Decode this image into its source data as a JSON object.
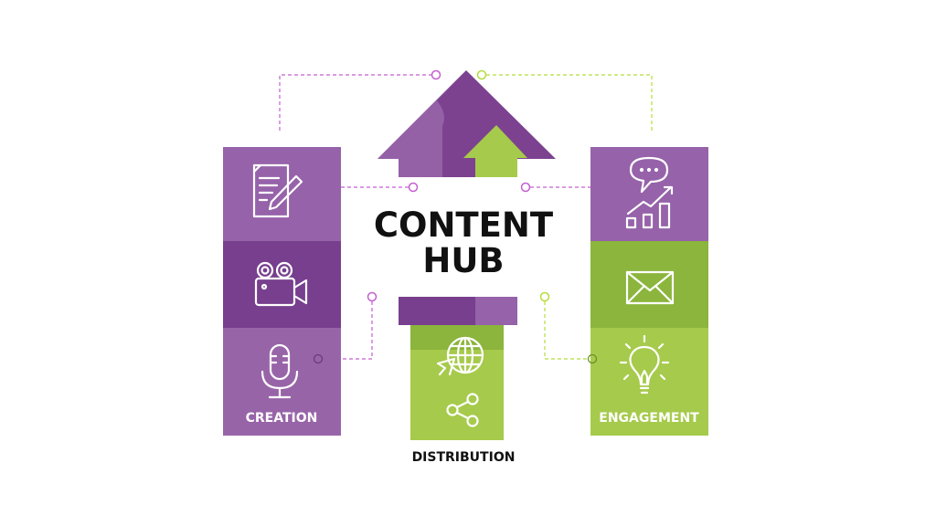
{
  "title": {
    "line1": "CONTENT",
    "line2": "HUB"
  },
  "sections": {
    "creation": {
      "label": "CREATION",
      "icons": [
        "document-pencil-icon",
        "video-camera-icon",
        "microphone-icon"
      ]
    },
    "distribution": {
      "label": "DISTRIBUTION",
      "icons": [
        "globe-cursor-icon",
        "share-icon"
      ]
    },
    "engagement": {
      "label": "ENGAGEMENT",
      "icons": [
        "chat-growth-chart-icon",
        "envelope-icon",
        "lightbulb-icon"
      ]
    }
  },
  "colors": {
    "purple_light": "#9662a9",
    "purple_dark": "#773f8d",
    "green_dark": "#8bb53c",
    "green_light": "#a6ca4b",
    "dash_purple": "#c35fd0",
    "dash_green": "#b5dc3c",
    "text": "#111111"
  }
}
